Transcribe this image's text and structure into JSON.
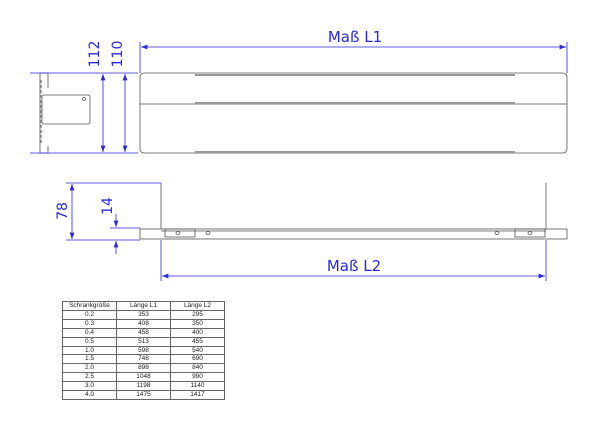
{
  "top_view": {
    "dim_l1_label": "Maß L1",
    "dim_height_outer": "112",
    "dim_height_inner": "110"
  },
  "bottom_view": {
    "dim_l2_label": "Maß L2",
    "dim_height": "78",
    "dim_rail": "14"
  },
  "table": {
    "headers": [
      "Schrankgröße",
      "Länge L1",
      "Länge L2"
    ],
    "rows": [
      [
        "0.2",
        "353",
        "295"
      ],
      [
        "0.3",
        "408",
        "350"
      ],
      [
        "0.4",
        "458",
        "400"
      ],
      [
        "0.5",
        "513",
        "455"
      ],
      [
        "1.0",
        "598",
        "540"
      ],
      [
        "1.5",
        "748",
        "690"
      ],
      [
        "2.0",
        "898",
        "840"
      ],
      [
        "2.5",
        "1048",
        "990"
      ],
      [
        "3.0",
        "1198",
        "1140"
      ],
      [
        "4.0",
        "1475",
        "1417"
      ]
    ]
  }
}
